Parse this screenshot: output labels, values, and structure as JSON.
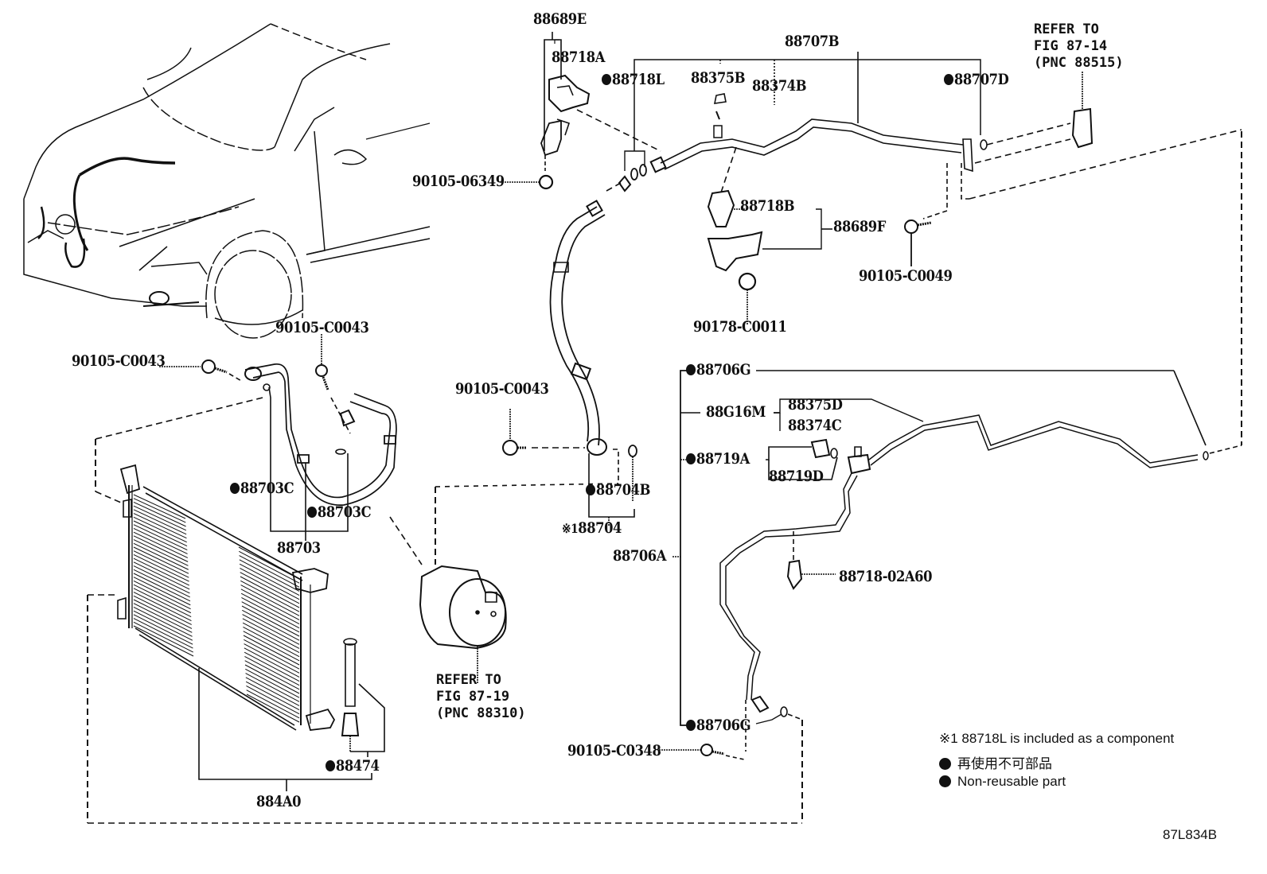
{
  "figure_id": "87L834B",
  "parts": {
    "p88689E": "88689E",
    "p88718A": "88718A",
    "p88718L": "88718L",
    "p88375B": "88375B",
    "p88374B": "88374B",
    "p88707B": "88707B",
    "p88707D": "88707D",
    "p90105_06349": "90105-06349",
    "p88718B": "88718B",
    "p88689F": "88689F",
    "p90178_C0011": "90178-C0011",
    "p90105_C0049": "90105-C0049",
    "p90105_C0043_a": "90105-C0043",
    "p90105_C0043_b": "90105-C0043",
    "p90105_C0043_c": "90105-C0043",
    "p88703C_a": "88703C",
    "p88703C_b": "88703C",
    "p88703": "88703",
    "p88704B": "88704B",
    "p88704": "88704",
    "p88704_mark": "※1",
    "p88706G_a": "88706G",
    "p88706G_b": "88706G",
    "p88G16M": "88G16M",
    "p88375D": "88375D",
    "p88374C": "88374C",
    "p88719A": "88719A",
    "p88719D": "88719D",
    "p88706A": "88706A",
    "p88718_02A60": "88718-02A60",
    "p90105_C0348": "90105-C0348",
    "p88474": "88474",
    "p884A0": "884A0"
  },
  "references": {
    "ref_top": "REFER TO\nFIG 87-14\n(PNC 88515)",
    "ref_compressor": "REFER TO\nFIG 87-19\n(PNC 88310)"
  },
  "legend": {
    "note1": "※1 88718L is included as a component",
    "non_reusable_jp": "再使用不可部品",
    "non_reusable_en": "Non-reusable part"
  },
  "non_reusable_parts": [
    "88718L",
    "88707D",
    "88703C",
    "88704B",
    "88706G",
    "88719A",
    "88474"
  ]
}
